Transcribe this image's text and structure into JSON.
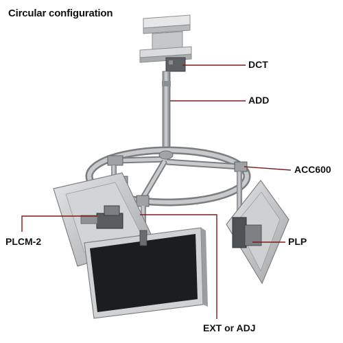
{
  "title": "Circular configuration",
  "colors": {
    "leader_line": "#7a1a1a",
    "metal_light": "#d9dadb",
    "metal_mid": "#a9abad",
    "metal_dark": "#6d7073",
    "screen": "#1c1d1f",
    "bezel": "#c9cbcd"
  },
  "callouts": {
    "dct": "DCT",
    "add": "ADD",
    "acc600": "ACC600",
    "plcm2": "PLCM-2",
    "plp": "PLP",
    "ext_or_adj": "EXT or ADJ"
  }
}
